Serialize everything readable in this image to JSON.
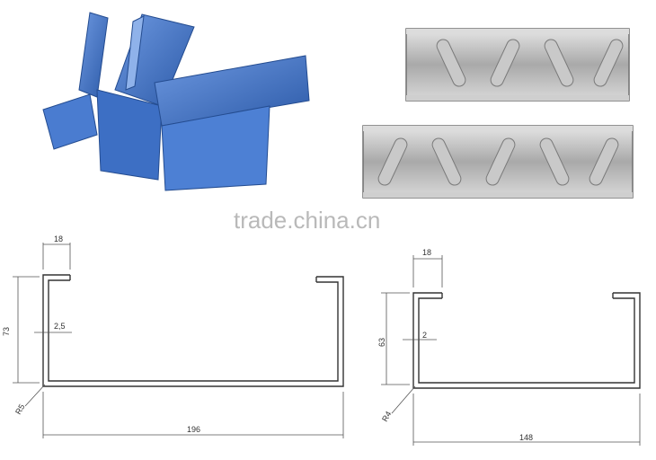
{
  "watermark": "trade.china.cn",
  "colors": {
    "blue_profile": "#3d6fc4",
    "steel": "#b8b8b8",
    "line": "#333333"
  },
  "left_drawing": {
    "lip": "18",
    "height": "73",
    "thickness": "2,5",
    "radius": "R5",
    "width": "196"
  },
  "right_drawing": {
    "lip": "18",
    "height": "63",
    "thickness": "2",
    "radius": "R4",
    "width": "148"
  }
}
